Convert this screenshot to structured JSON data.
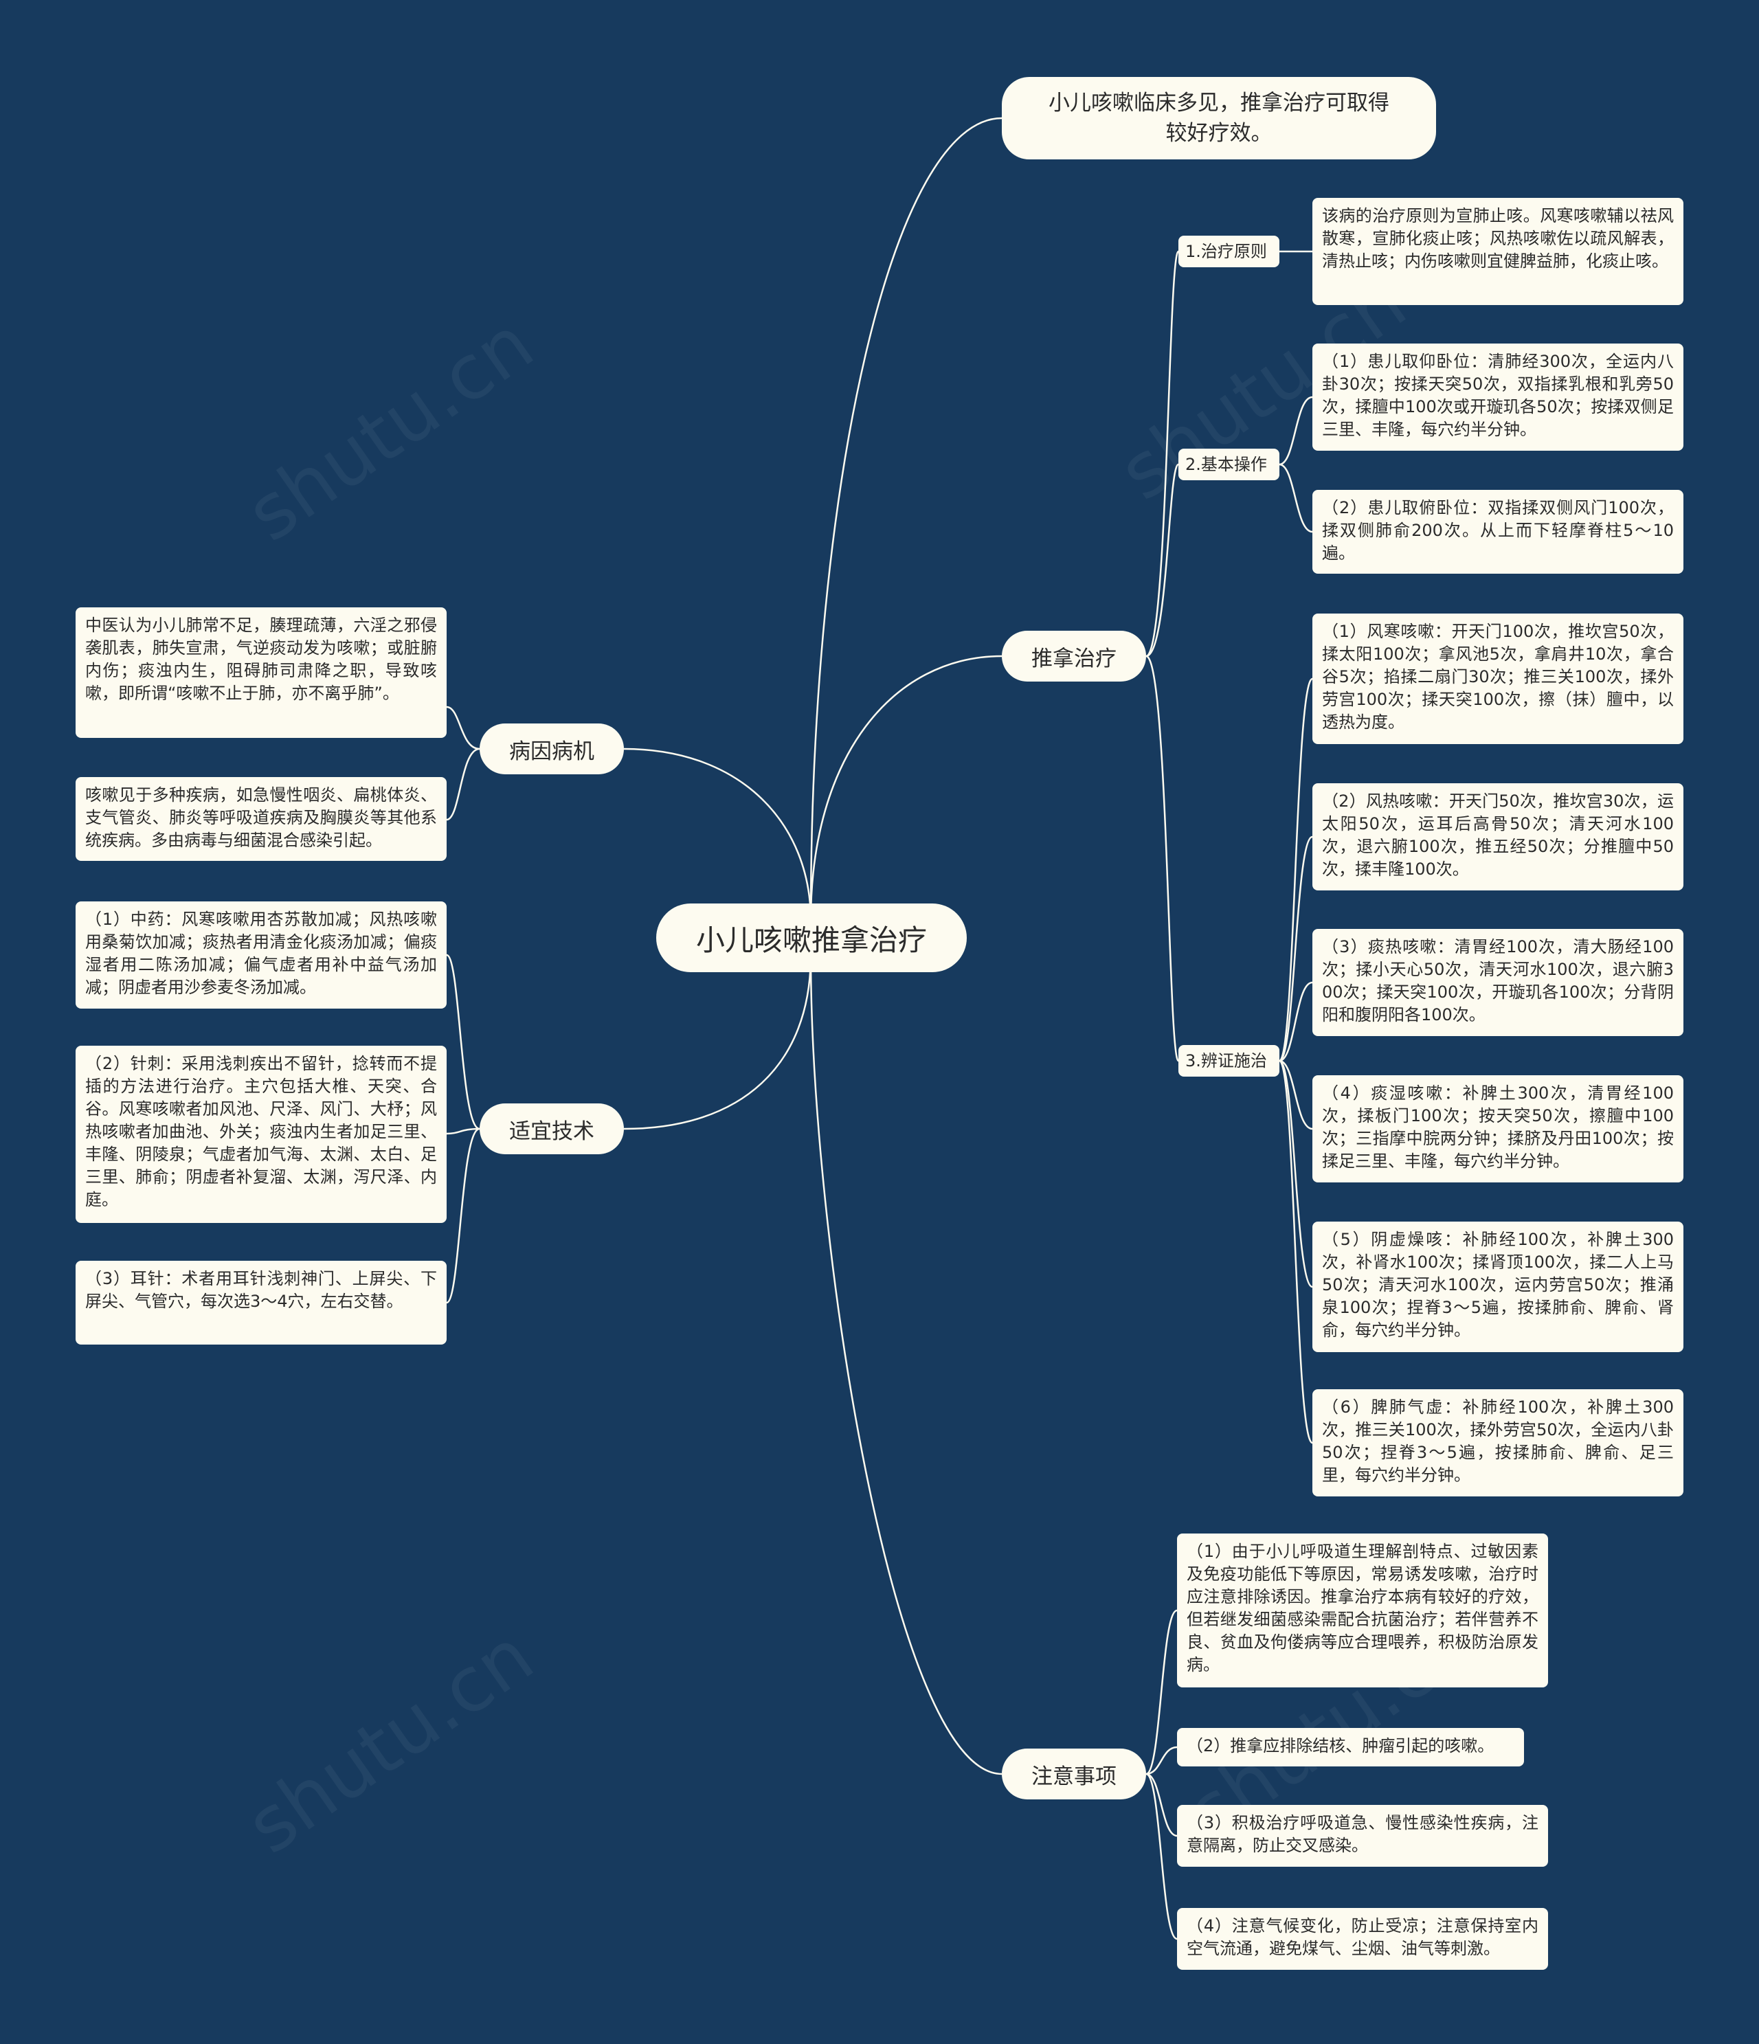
{
  "root": "小儿咳嗽推拿治疗",
  "intro": "小儿咳嗽临床多见，推拿治疗可取得较好疗效。",
  "watermark": "shutu.cn",
  "branches": {
    "tuina": {
      "title": "推拿治疗",
      "principle": {
        "label": "1.治疗原则",
        "text": "该病的治疗原则为宣肺止咳。风寒咳嗽辅以祛风散寒，宣肺化痰止咳；风热咳嗽佐以疏风解表，清热止咳；内伤咳嗽则宜健脾益肺，化痰止咳。"
      },
      "basic": {
        "label": "2.基本操作",
        "items": [
          "（1）患儿取仰卧位：清肺经300次，全运内八卦30次；按揉天突50次，双指揉乳根和乳旁50次，揉膻中100次或开璇玑各50次；按揉双侧足三里、丰隆，每穴约半分钟。",
          "（2）患儿取俯卧位：双指揉双侧风门100次，揉双侧肺俞200次。从上而下轻摩脊柱5～10遍。"
        ]
      },
      "syndrome": {
        "label": "3.辨证施治",
        "items": [
          "（1）风寒咳嗽：开天门100次，推坎宫50次，揉太阳100次；拿风池5次，拿肩井10次，拿合谷5次；掐揉二扇门30次；推三关100次，揉外劳宫100次；揉天突100次，擦（抹）膻中，以透热为度。",
          "（2）风热咳嗽：开天门50次，推坎宫30次，运太阳50次，运耳后高骨50次；清天河水100次，退六腑100次，推五经50次；分推膻中50次，揉丰隆100次。",
          "（3）痰热咳嗽：清胃经100次，清大肠经100次；揉小天心50次，清天河水100次，退六腑300次；揉天突100次，开璇玑各100次；分背阴阳和腹阴阳各100次。",
          "（4）痰湿咳嗽：补脾土300次，清胃经100次，揉板门100次；按天突50次，擦膻中100次；三指摩中脘两分钟；揉脐及丹田100次；按揉足三里、丰隆，每穴约半分钟。",
          "（5）阴虚燥咳：补肺经100次，补脾土300次，补肾水100次；揉肾顶100次，揉二人上马50次；清天河水100次，运内劳宫50次；推涌泉100次；捏脊3～5遍，按揉肺俞、脾俞、肾俞，每穴约半分钟。",
          "（6）脾肺气虚：补肺经100次，补脾土300次，推三关100次，揉外劳宫50次，全运内八卦50次；捏脊3～5遍，按揉肺俞、脾俞、足三里，每穴约半分钟。"
        ]
      }
    },
    "notes": {
      "title": "注意事项",
      "items": [
        "（1）由于小儿呼吸道生理解剖特点、过敏因素及免疫功能低下等原因，常易诱发咳嗽，治疗时应注意排除诱因。推拿治疗本病有较好的疗效，但若继发细菌感染需配合抗菌治疗；若伴营养不良、贫血及佝偻病等应合理喂养，积极防治原发病。",
        "（2）推拿应排除结核、肿瘤引起的咳嗽。",
        "（3）积极治疗呼吸道急、慢性感染性疾病，注意隔离，防止交叉感染。",
        "（4）注意气候变化，防止受凉；注意保持室内空气流通，避免煤气、尘烟、油气等刺激。"
      ]
    },
    "cause": {
      "title": "病因病机",
      "items": [
        "中医认为小儿肺常不足，腠理疏薄，六淫之邪侵袭肌表，肺失宣肃，气逆痰动发为咳嗽；或脏腑内伤；痰浊内生，阻碍肺司肃降之职，导致咳嗽，即所谓“咳嗽不止于肺，亦不离乎肺”。",
        "咳嗽见于多种疾病，如急慢性咽炎、扁桃体炎、支气管炎、肺炎等呼吸道疾病及胸膜炎等其他系统疾病。多由病毒与细菌混合感染引起。"
      ]
    },
    "technique": {
      "title": "适宜技术",
      "items": [
        "（1）中药：风寒咳嗽用杏苏散加减；风热咳嗽用桑菊饮加减；痰热者用清金化痰汤加减；偏痰湿者用二陈汤加减；偏气虚者用补中益气汤加减；阴虚者用沙参麦冬汤加减。",
        "（2）针刺：采用浅刺疾出不留针，捻转而不提插的方法进行治疗。主穴包括大椎、天突、合谷。风寒咳嗽者加风池、尺泽、风门、大杼；风热咳嗽者加曲池、外关；痰浊内生者加足三里、丰隆、阴陵泉；气虚者加气海、太渊、太白、足三里、肺俞；阴虚者补复溜、太渊，泻尺泽、内庭。",
        "（3）耳针：术者用耳针浅刺神门、上屏尖、下屏尖、气管穴，每次选3～4穴，左右交替。"
      ]
    }
  }
}
